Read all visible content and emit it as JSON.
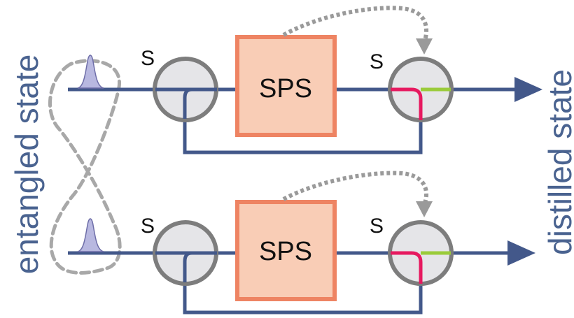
{
  "labels": {
    "input": "entangled state",
    "output": "distilled state"
  },
  "rows": [
    {
      "source_label": "SPS",
      "input_switch_label": "S",
      "output_switch_label": "S"
    },
    {
      "source_label": "SPS",
      "input_switch_label": "S",
      "output_switch_label": "S"
    }
  ],
  "colors": {
    "waveguide": "#43588a",
    "switch_fill": "#e5e5e8",
    "switch_border": "#7d7d7d",
    "sps_fill": "#f9cdb6",
    "sps_border": "#ee8463",
    "path_red": "#e6195f",
    "path_green": "#9acb3a",
    "pulse_fill": "#b8b8e0",
    "pulse_stroke": "#6e6ea8",
    "feedback_arrow": "#9a9a9a",
    "entanglement_loop": "#a8a8a8"
  }
}
